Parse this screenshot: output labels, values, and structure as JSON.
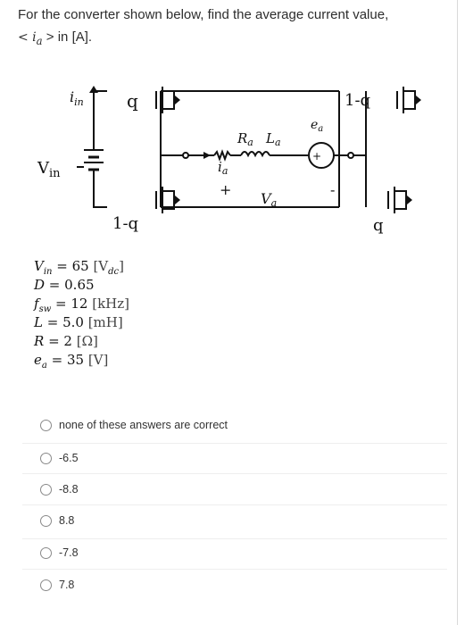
{
  "question": {
    "prefix": "For the converter shown below, find the average current value,",
    "var": "< i",
    "sub": "a",
    "suffix": "> in [A]."
  },
  "circuit": {
    "iin_label": "i",
    "iin_sub": "in",
    "vin_label": "V",
    "vin_sub": "in",
    "top_left_switch_label": "q",
    "bottom_left_switch_label": "1-q",
    "top_right_switch_label": "1-q",
    "bottom_right_switch_label": "q",
    "ra_label": "R",
    "ra_sub": "a",
    "la_label": "L",
    "la_sub": "a",
    "ia_label": "i",
    "ia_sub": "a",
    "va_label": "V",
    "va_sub": "a",
    "plus_sign": "+",
    "minus_sign": "-",
    "ea_label": "e",
    "ea_sub": "a",
    "source_plus": "+"
  },
  "parameters": [
    {
      "sym": "V",
      "sub": "in",
      "eq": " = 65 ",
      "unit": "[V",
      "unit_sub": "dc",
      "close": "]"
    },
    {
      "sym": "D",
      "sub": "",
      "eq": " = 0.65",
      "unit": "",
      "unit_sub": "",
      "close": ""
    },
    {
      "sym": "f",
      "sub": "sw",
      "eq": " = 12 ",
      "unit": "[kHz",
      "unit_sub": "",
      "close": "]"
    },
    {
      "sym": "L",
      "sub": "",
      "eq": " = 5.0 ",
      "unit": "[mH",
      "unit_sub": "",
      "close": "]"
    },
    {
      "sym": "R",
      "sub": "",
      "eq": " = 2 ",
      "unit": "[Ω",
      "unit_sub": "",
      "close": "]"
    },
    {
      "sym": "e",
      "sub": "a",
      "eq": " = 35 ",
      "unit": "[V",
      "unit_sub": "",
      "close": "]"
    }
  ],
  "options": [
    {
      "label": "none of these answers are correct"
    },
    {
      "label": "-6.5"
    },
    {
      "label": "-8.8"
    },
    {
      "label": "8.8"
    },
    {
      "label": "-7.8"
    },
    {
      "label": "7.8"
    }
  ]
}
